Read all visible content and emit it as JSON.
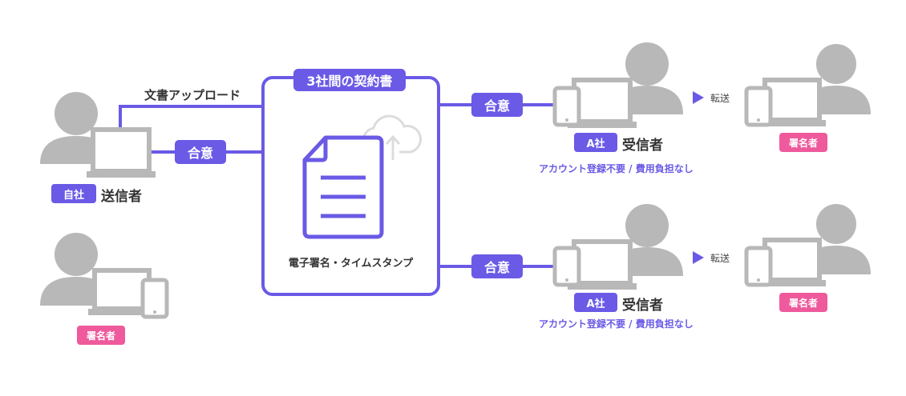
{
  "labels": {
    "upload": "文書アップロード",
    "agree": "合意",
    "contract_title": "3社間の契約書",
    "service": "電子署名・タイムスタンプ",
    "own_company": "自社",
    "sender": "送信者",
    "signer": "署名者",
    "a_company": "A社",
    "receiver": "受信者",
    "receiver_note": "アカウント登録不要 / 費用負担なし",
    "forward": "転送"
  },
  "colors": {
    "accent": "#6a5ae6",
    "pink": "#ee5a9c",
    "gray": "#b8b8b8"
  },
  "icons": [
    "person-icon",
    "laptop-icon",
    "tablet-icon",
    "document-icon",
    "cloud-upload-icon",
    "play-arrow-icon"
  ]
}
